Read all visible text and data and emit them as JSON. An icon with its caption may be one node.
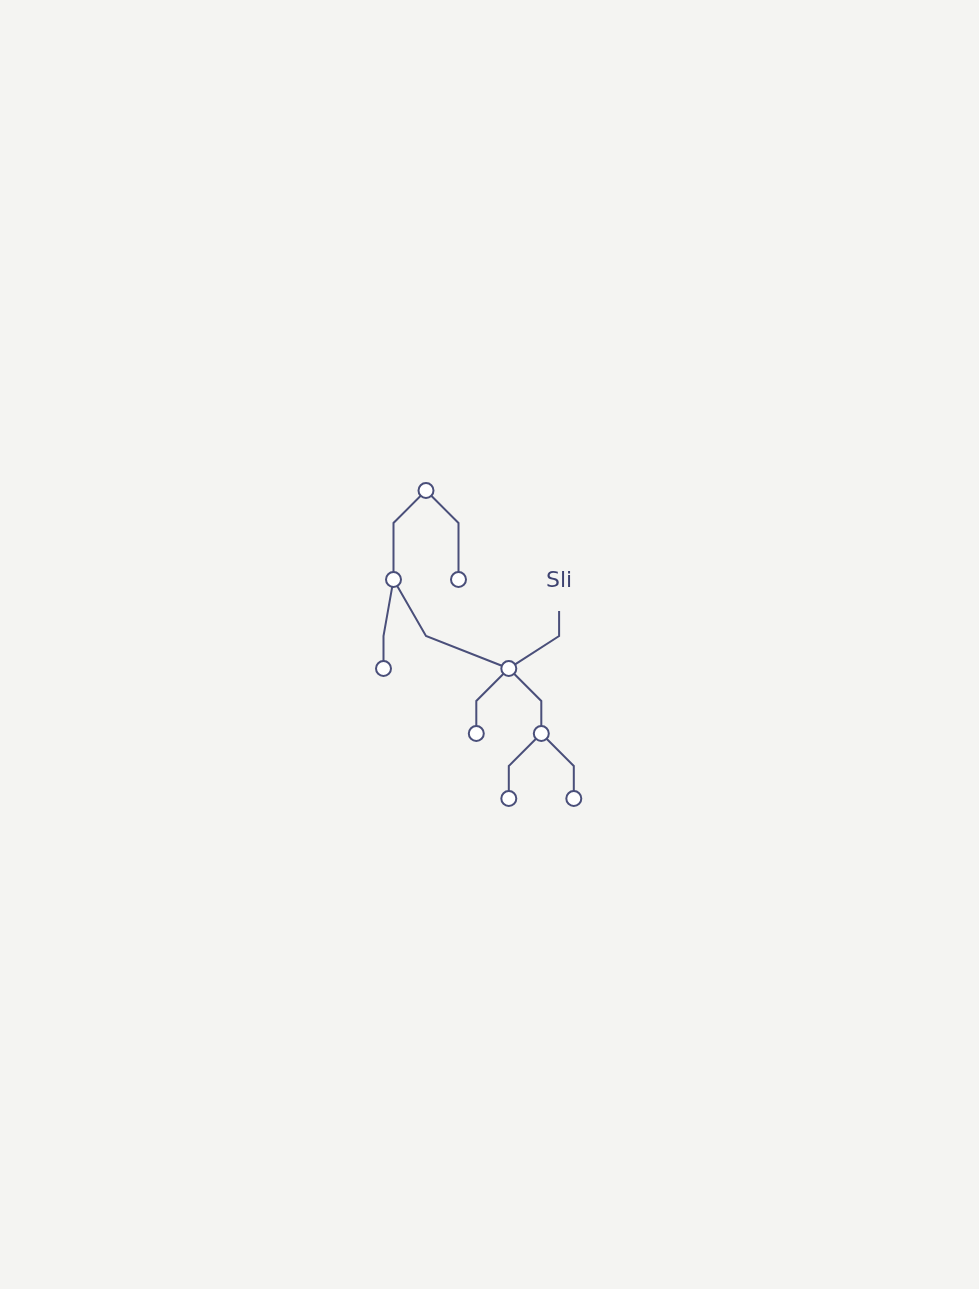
{
  "diagram": {
    "nodes": [
      {
        "text": [],
        "shape": "circle"
      },
      {
        "text": [],
        "shape": "circle"
      },
      {
        "text": [],
        "shape": "circle"
      },
      {
        "text": [],
        "shape": "circle"
      },
      {
        "text": [],
        "shape": "circle"
      },
      {
        "text": [
          "Sli"
        ]
      },
      {
        "text": [],
        "shape": "circle"
      },
      {
        "text": [],
        "shape": "circle"
      },
      {
        "text": [],
        "shape": "circle"
      },
      {
        "text": [],
        "shape": "circle"
      }
    ],
    "edges": [
      {
        "from": 0,
        "to": 1,
        "arrow": "none"
      },
      {
        "from": 0,
        "to": 2,
        "arrow": "none"
      },
      {
        "from": 1,
        "to": 3,
        "arrow": "none"
      },
      {
        "from": 1,
        "to": 4,
        "arrow": "none"
      },
      {
        "from": 5,
        "to": 4,
        "arrow": "none"
      },
      {
        "from": 4,
        "to": 6,
        "arrow": "none"
      },
      {
        "from": 4,
        "to": 7,
        "arrow": "none"
      },
      {
        "from": 7,
        "to": 8,
        "arrow": "none"
      },
      {
        "from": 7,
        "to": 9,
        "arrow": "none"
      }
    ]
  }
}
